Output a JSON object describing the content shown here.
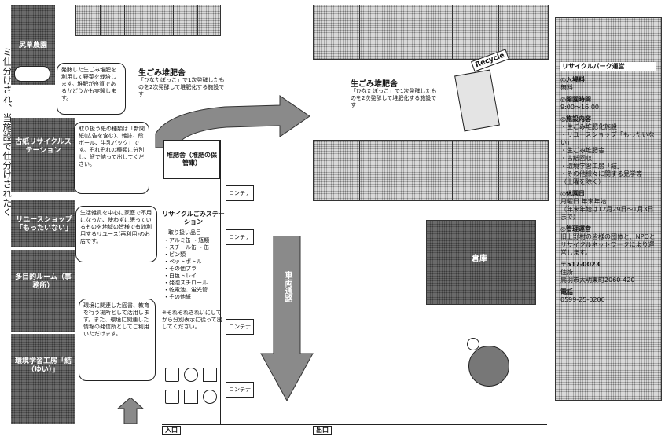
{
  "sidebar": {
    "left_vertical_text": "ミ仕分けされ、当施設で仕分けされたく"
  },
  "zones": {
    "pickup_lot": "尻草農園",
    "paper_station": "古紙リサイクルステーション",
    "reuse_shop": "リユースショップ「もったいない」",
    "multi_room": "多目的ルーム（事務所）",
    "environment_room": "環境学習工房「結（ゆい）」"
  },
  "bubbles": {
    "farm_note": "発酵した生ごみ堆肥を利用して野菜を栽培します。堆肥が良質であるかどうかも実験します。",
    "paper_note": "取り扱う紙の種類は「新聞紙(広告を含む)、雑誌、段ボール、牛乳パック」です。それぞれの種類に分別し、紐で結って出してください。",
    "reuse_note": "生活雑貨を中心に家庭で不用になった、使わずに眠っているものを地域の皆様で有効利用するリユース(再利用)のお店です。",
    "room_note": "環境に関連した図書、教育を行う場所として活用します。また、環境に関連した情報の発信所としてご利用いただけます。"
  },
  "top_labels": {
    "compost_title_left": "生ごみ堆肥舎",
    "compost_desc_left": "「ひなたぼっこ」で1次発酵したものを2次発酵して堆肥化する施設です",
    "compost_title_right": "生ごみ堆肥舎",
    "compost_desc_right": "「ひなたぼっこ」で1次発酵したものを2次発酵して堆肥化する施設です",
    "recycle_sign": "Recycle"
  },
  "center": {
    "storage_box": "堆肥舎（堆肥の保管庫）",
    "station_title": "リサイクルごみステーション",
    "station_items_heading": "取り扱い品目",
    "station_items": [
      "・アルミ缶 ・瓶類",
      "・スチール缶 ・缶",
      "・ビン類",
      "・ペットボトル",
      "・その他プラ",
      "・白色トレイ",
      "・発泡スチロール",
      "・乾電池、蛍光管",
      "・その他紙"
    ],
    "station_footer": "※それぞれきれいにしてから分別表示に従って出してください。",
    "container_label": "コンテナ",
    "vehicle_path": "車両通路",
    "warehouse": "倉庫",
    "entrance": "入口",
    "exit": "出口"
  },
  "info_panel": {
    "title": "リサイクルパーク運営",
    "sections": [
      {
        "heading": "◎入場料",
        "body": "無料"
      },
      {
        "heading": "◎開園時間",
        "body": "9:00～16:00"
      },
      {
        "heading": "◎施設内容",
        "body": "・生ごみ堆肥化施設\n・リユースショップ「もったいない」\n・生ごみ堆肥舎\n・古紙回収\n・環境学習工房「結」\n・その他様々に関する見学等\n（土曜を除く）"
      },
      {
        "heading": "◎休園日",
        "body": "月曜日 年末年始\n（年末年始は12月29日～1月3日まで）"
      },
      {
        "heading": "◎管理運営",
        "body": "旧上野村の皆様の団体と、NPOとリサイクルネットワークにより運営します。"
      },
      {
        "heading": "〒517-0023",
        "body": "住所\n鳥羽市大明東町2060-420"
      },
      {
        "heading": "電話",
        "body": "0599-25-0200"
      }
    ]
  },
  "colors": {
    "stipple": "#d8d8d8",
    "dark": "#6a6a6a",
    "arrow": "#8a8a8a"
  }
}
